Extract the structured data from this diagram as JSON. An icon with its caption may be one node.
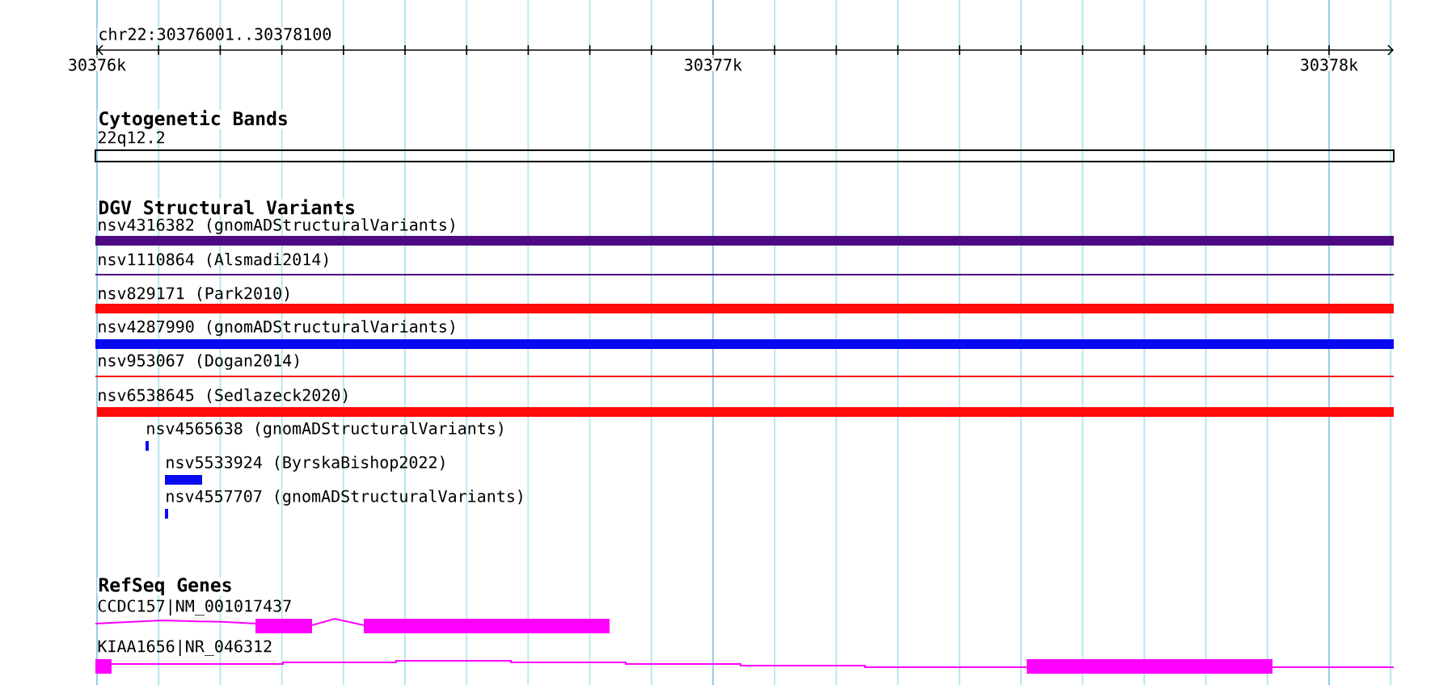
{
  "diagram": {
    "nodes": [
      {
        "text": [
          "22q12.2"
        ]
      },
      {
        "text": [
          "nsv4316382 (gnomADStructuralVariants)"
        ]
      },
      {
        "text": [
          "nsv1110864 (Alsmadi2014)"
        ]
      },
      {
        "text": [
          "nsv829171 (Park2010)"
        ]
      },
      {
        "text": [
          "nsv4287990 (gnomADStructuralVariants)"
        ]
      },
      {
        "text": [
          "nsv953067 (Dogan2014)"
        ]
      },
      {
        "text": [
          "nsv6538645 (Sedlazeck2020)"
        ]
      },
      {
        "text": [
          "nsv4565638 (gnomADStructuralVariants)"
        ]
      },
      {
        "text": [
          "nsv5533924 (ByrskaBishop2022)"
        ]
      },
      {
        "text": [
          "nsv4557707 (gnomADStructuralVariants)"
        ]
      },
      {
        "text": [
          "CCDC157|NM_001017437"
        ]
      },
      {
        "text": [
          "KIAA1656|NR_046312"
        ]
      }
    ],
    "labels": [
      "chr22:30376001..30378100",
      "30376k",
      "30377k",
      "30378k",
      "Cytogenetic Bands",
      "DGV Structural Variants",
      "RefSeq Genes"
    ]
  }
}
